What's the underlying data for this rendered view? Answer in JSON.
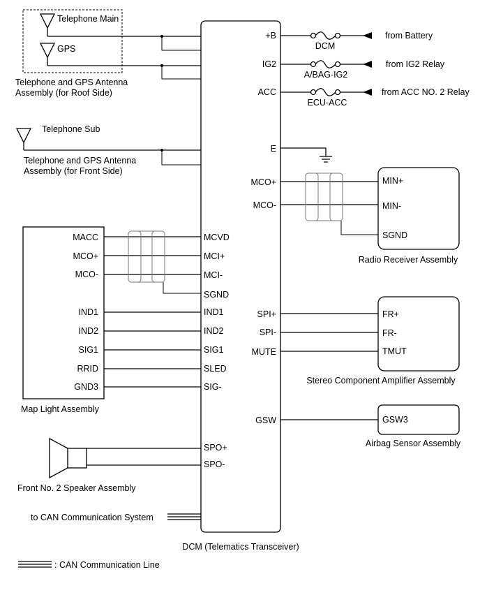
{
  "roof_antenna": {
    "telephone_main": "Telephone Main",
    "gps": "GPS",
    "name_line1": "Telephone and GPS Antenna",
    "name_line2": "Assembly (for Roof Side)"
  },
  "front_antenna": {
    "telephone_sub": "Telephone Sub",
    "name_line1": "Telephone and GPS Antenna",
    "name_line2": "Assembly (for Front Side)"
  },
  "dcm": {
    "name": "DCM (Telematics Transceiver)",
    "right_pins": [
      "+B",
      "IG2",
      "ACC",
      "E",
      "MCO+",
      "MCO-",
      "SPI+",
      "SPI-",
      "MUTE",
      "GSW"
    ],
    "left_pins": [
      "MCVD",
      "MCI+",
      "MCI-",
      "SGND",
      "IND1",
      "IND2",
      "SIG1",
      "SLED",
      "SIG-",
      "SPO+",
      "SPO-"
    ]
  },
  "power": {
    "fuses": [
      "DCM",
      "A/BAG-IG2",
      "ECU-ACC"
    ],
    "sources": [
      "from Battery",
      "from IG2 Relay",
      "from ACC NO. 2 Relay"
    ]
  },
  "radio": {
    "pins": [
      "MIN+",
      "MIN-",
      "SGND"
    ],
    "name": "Radio Receiver Assembly"
  },
  "amplifier": {
    "pins": [
      "FR+",
      "FR-",
      "TMUT"
    ],
    "name": "Stereo Component Amplifier Assembly"
  },
  "airbag": {
    "pins": [
      "GSW3"
    ],
    "name": "Airbag Sensor Assembly"
  },
  "map_light": {
    "pins": [
      "MACC",
      "MCO+",
      "MCO-",
      "IND1",
      "IND2",
      "SIG1",
      "RRID",
      "GND3"
    ],
    "name": "Map Light Assembly"
  },
  "speaker": {
    "name": "Front No. 2 Speaker Assembly"
  },
  "can": {
    "label": "to CAN Communication System",
    "legend": ": CAN Communication Line"
  }
}
